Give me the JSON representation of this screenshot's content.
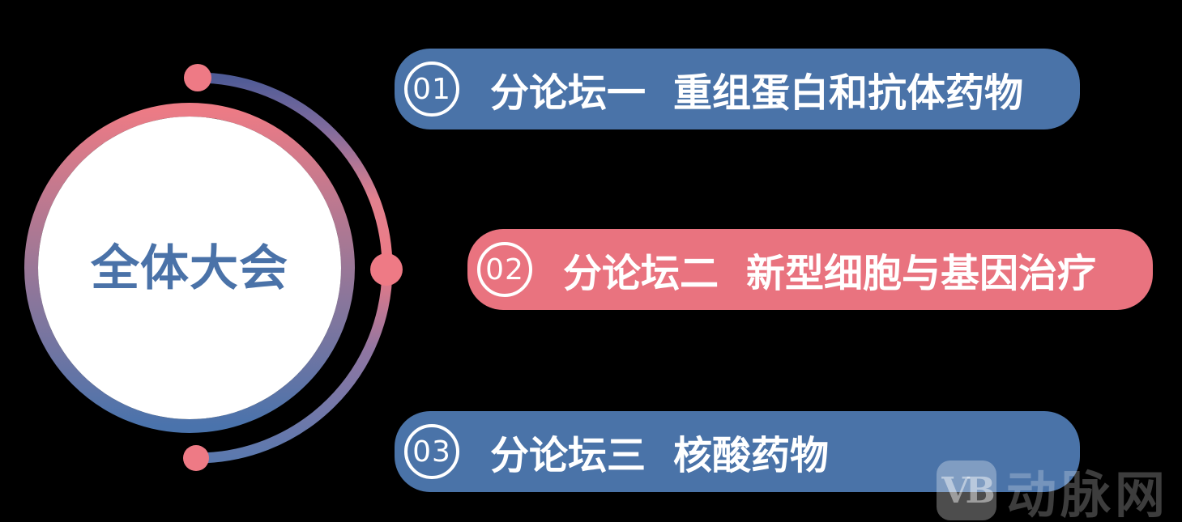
{
  "background_color": "#000000",
  "diagram": {
    "center_label": "全体大会",
    "center_text_color": "#4a72a8",
    "circle_fill": "#ffffff",
    "ring": {
      "top": "#ed7b85",
      "middle": "#9a7797",
      "bottom": "#4a73ac"
    },
    "arc": {
      "top": "#4f5b96",
      "upper_purple": "#7e6b9d",
      "pink_upper": "#e2818e",
      "pink": "#ee7a85",
      "lower_purple": "#8f76a2",
      "bottom": "#5b79ae"
    },
    "dot_color": "#ee7a85"
  },
  "forums": [
    {
      "number": "01",
      "title": "分论坛一",
      "topic": "重组蛋白和抗体药物",
      "color": "#4a73a8"
    },
    {
      "number": "02",
      "title": "分论坛二",
      "topic": "新型细胞与基因治疗",
      "color": "#e9737f"
    },
    {
      "number": "03",
      "title": "分论坛三",
      "topic": "核酸药物",
      "color": "#4a73a8"
    }
  ],
  "watermark": {
    "logo_text": "VB",
    "brand_text": "动脉网"
  }
}
